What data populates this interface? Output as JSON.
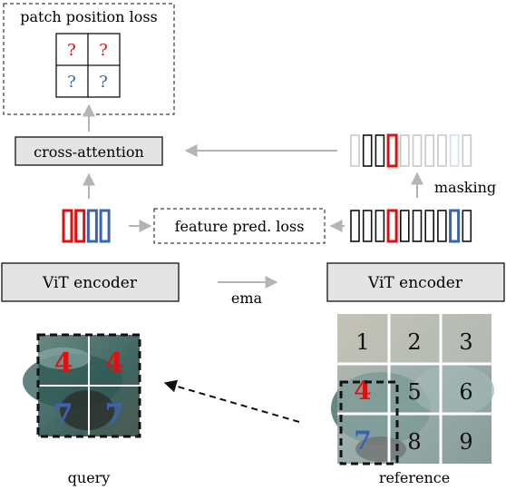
{
  "colors": {
    "red": "#e01010",
    "blue": "#3a63b5",
    "black": "#111111",
    "gray_arrow": "#b4b4b4",
    "box_fill": "#e4e4e4",
    "faded_black": "#c8c8c8",
    "faded_blue": "#d4dcee"
  },
  "patch_position_loss": {
    "title": "patch position loss",
    "grid": [
      {
        "text": "?",
        "color": "red"
      },
      {
        "text": "?",
        "color": "red"
      },
      {
        "text": "?",
        "color": "blue"
      },
      {
        "text": "?",
        "color": "blue"
      }
    ]
  },
  "cross_attention": {
    "label": "cross-attention"
  },
  "masking_label": "masking",
  "feature_loss": {
    "label": "feature pred. loss"
  },
  "encoders": {
    "left_label": "ViT encoder",
    "right_label": "ViT encoder",
    "ema_label": "ema"
  },
  "query_tokens": [
    "red",
    "red",
    "blue",
    "blue"
  ],
  "reference_tokens": [
    "black",
    "black",
    "black",
    "red",
    "black",
    "black",
    "black",
    "black",
    "blue",
    "black"
  ],
  "masked_tokens": [
    "faded",
    "black",
    "black",
    "red",
    "faded",
    "faded",
    "faded",
    "faded",
    "faded_blue",
    "faded"
  ],
  "query": {
    "label": "query",
    "cells": [
      {
        "text": "4",
        "color": "red"
      },
      {
        "text": "4",
        "color": "red"
      },
      {
        "text": "7",
        "color": "blue"
      },
      {
        "text": "7",
        "color": "blue"
      }
    ]
  },
  "reference": {
    "label": "reference",
    "grid_numbers": [
      "1",
      "2",
      "3",
      "4",
      "5",
      "6",
      "7",
      "8",
      "9"
    ]
  }
}
